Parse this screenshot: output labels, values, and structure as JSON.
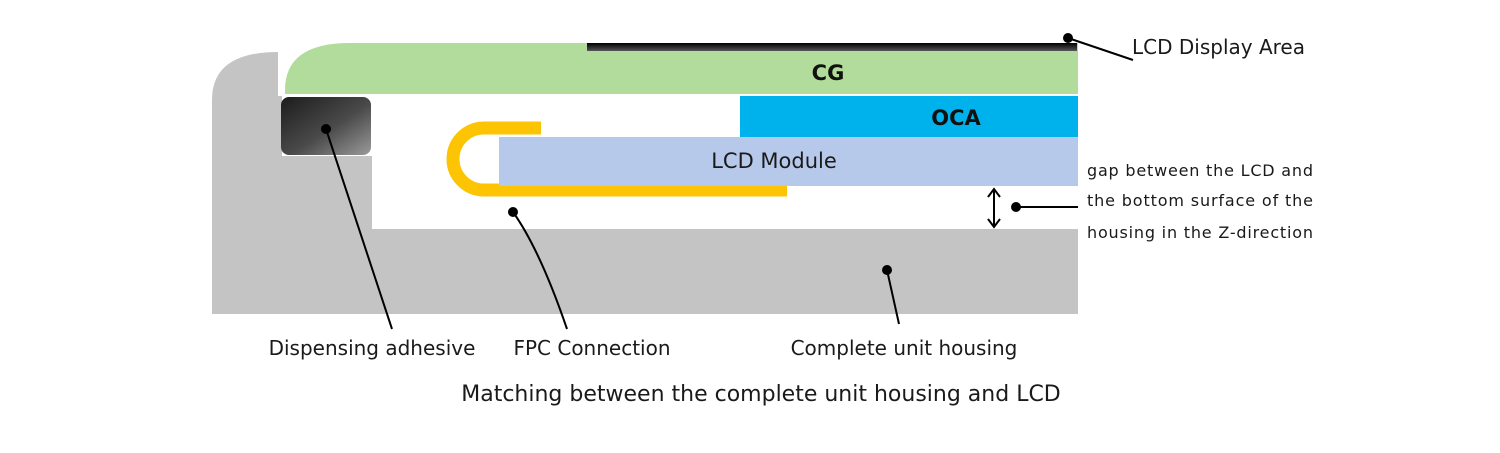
{
  "colors": {
    "housing": "#c4c4c4",
    "cover_glass": "#b2dc9b",
    "oca": "#00b2ec",
    "lcd_module": "#b6c9ea",
    "fpc": "#fdc404",
    "adhesive_dark": "#1c1c1c",
    "adhesive_light": "#9a9a9a",
    "display_area": "#111111",
    "leader": "#000000"
  },
  "layers": {
    "cg": "CG",
    "oca": "OCA",
    "lcd_module": "LCD Module"
  },
  "callouts": {
    "display_area": "LCD Display Area",
    "gap_lines": [
      "gap between the LCD and",
      "the bottom surface of the",
      "housing in the Z-direction"
    ],
    "adhesive": "Dispensing adhesive",
    "fpc": "FPC Connection",
    "housing": "Complete unit housing"
  },
  "caption": "Matching between the complete unit housing and LCD"
}
